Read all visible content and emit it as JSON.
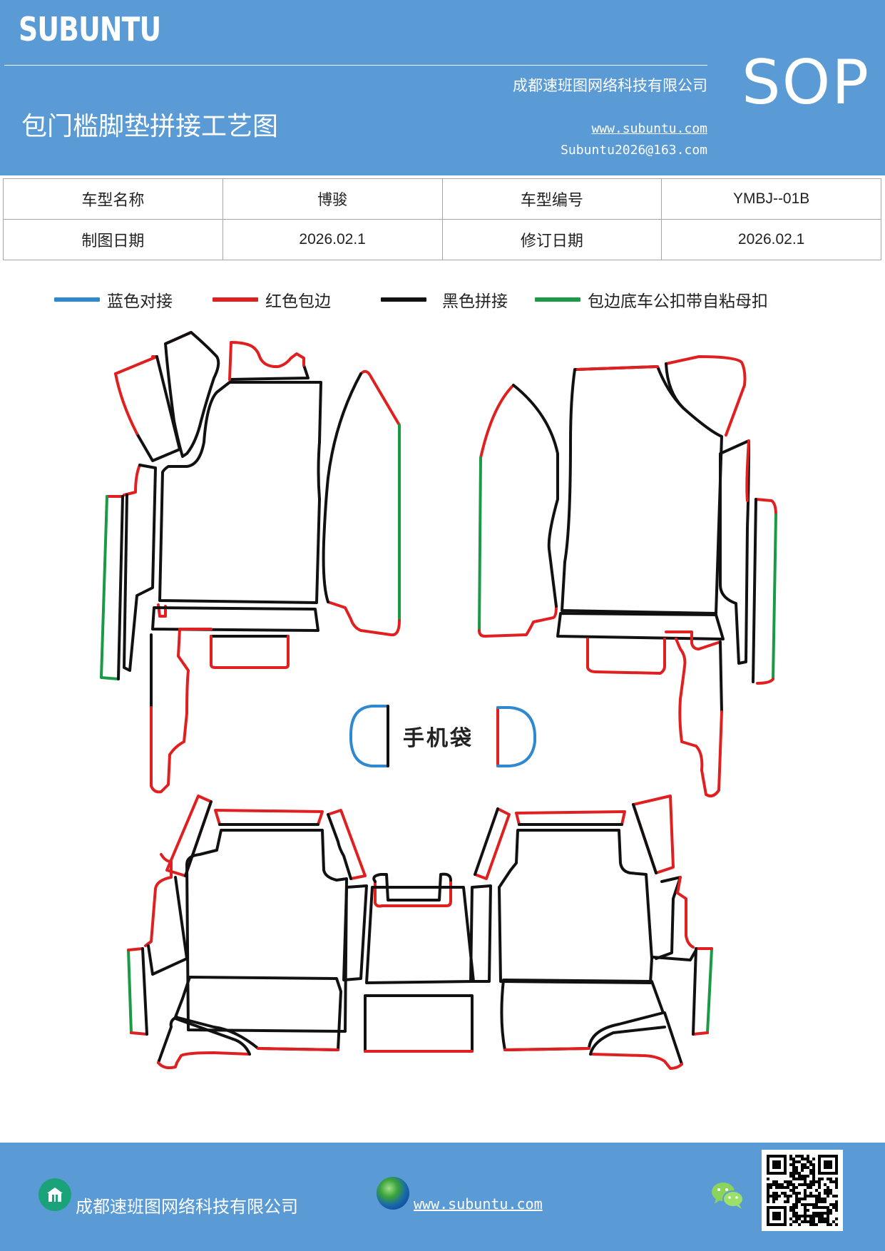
{
  "header": {
    "brand": "SUBUNTU",
    "company": "成都速班图网络科技有限公司",
    "title": "包门槛脚垫拼接工艺图",
    "website": "www.subuntu.com",
    "email": "Subuntu2026@163.com",
    "badge": "SOP"
  },
  "info_table": {
    "model_name_label": "车型名称",
    "model_name": "博骏",
    "model_code_label": "车型编号",
    "model_code": "YMBJ--01B",
    "draw_date_label": "制图日期",
    "draw_date": "2026.02.1",
    "revise_date_label": "修订日期",
    "revise_date": "2026.02.1"
  },
  "legend": [
    {
      "text": "蓝色对接",
      "color": "#2f89d0"
    },
    {
      "text": "红色包边",
      "color": "#e02020"
    },
    {
      "text": "黑色拼接",
      "color": "#111111"
    },
    {
      "text": "包边底车公扣带自粘母扣",
      "color": "#1a9a46"
    }
  ],
  "diagram": {
    "phone_pocket_label": "手机袋",
    "colors": {
      "seam": "#111111",
      "edge": "#e02020",
      "butt": "#2f89d0",
      "velcro": "#1a9a46"
    }
  },
  "footer": {
    "company": "成都速班图网络科技有限公司",
    "website": "www.subuntu.com",
    "icons": [
      "home-icon",
      "globe-icon",
      "wechat-icon",
      "qr-code"
    ]
  }
}
